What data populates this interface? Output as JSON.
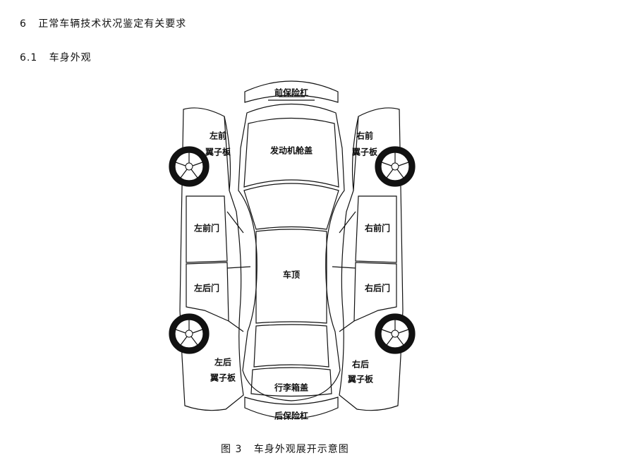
{
  "section": {
    "number": "6",
    "title": "正常车辆技术状况鉴定有关要求"
  },
  "subsection": {
    "number": "6.1",
    "title": "车身外观"
  },
  "diagram_labels": {
    "front_bumper": "前保险杠",
    "hood": "发动机舱盖",
    "roof": "车顶",
    "trunk_lid": "行李箱盖",
    "rear_bumper": "后保险杠",
    "left_front_fender_1": "左前",
    "left_front_fender_2": "翼子板",
    "right_front_fender_1": "右前",
    "right_front_fender_2": "翼子板",
    "left_front_door": "左前门",
    "right_front_door": "右前门",
    "left_rear_door": "左后门",
    "right_rear_door": "右后门",
    "left_rear_fender_1": "左后",
    "left_rear_fender_2": "翼子板",
    "right_rear_fender_1": "右后",
    "right_rear_fender_2": "翼子板"
  },
  "caption": {
    "figure": "图 3",
    "title": "车身外观展开示意图"
  }
}
